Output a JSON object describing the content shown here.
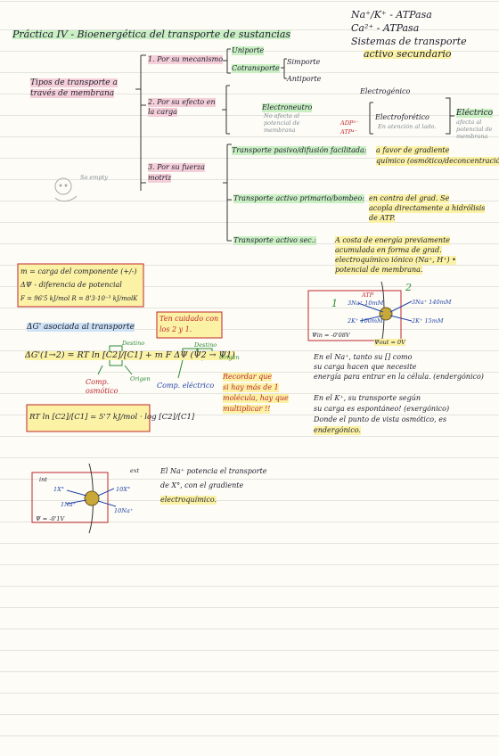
{
  "header": {
    "title": "Práctica IV - Bioenergética del transporte de sustancias",
    "pump1": "Na⁺/K⁺ - ATPasa",
    "pump2": "Ca²⁺ - ATPasa",
    "pump3_l1": "Sistemas de transporte",
    "pump3_l2": "activo secundario"
  },
  "types": {
    "root_l1": "Tipos de transporte a",
    "root_l2": "través de membrana",
    "b1_label": "1. Por su mecanismo",
    "uniporte": "Uniporte",
    "cotransporte": "Cotransporte",
    "simporte": "Simporte",
    "antiporte": "Antiporte",
    "b2_label_l1": "2. Por su efecto en",
    "b2_label_l2": "la carga",
    "electrogenico": "Electrogénico",
    "electroneutro": "Electroneutro",
    "electroneutro_note": "No afecta al potencial de membrana",
    "electroforetico": "Electroforético",
    "electroforetico_note": "En atención al lado.",
    "electrico": "Eléctrico",
    "electrico_note": "afecta al potencial de membrana",
    "adp": "ADP³⁻",
    "atp": "ATP⁴⁻",
    "b3_label_l1": "3. Por su fuerza",
    "b3_label_l2": "motriz",
    "pasivo_title": "Transporte pasivo/difusión facilitada:",
    "pasivo_text_l1": "a favor de gradiente",
    "pasivo_text_l2": "químico (osmótico/deconcentración)",
    "activo1_title": "Transporte activo primario/bombeo:",
    "activo1_text_l1": "en contra del grad. Se",
    "activo1_text_l2": "acopla directamente a hidrólisis",
    "activo1_text_l3": "de ATP.",
    "activo2_title": "Transporte activo sec.:",
    "activo2_text_l1": "A costa de energía previamente",
    "activo2_text_l2": "acumulada en forma de grad.",
    "activo2_text_l3": "electroquímico iónico (Na⁺, H⁺) •",
    "activo2_text_l4": "potencial de membrana."
  },
  "doodle": {
    "text": "So empty"
  },
  "defs": {
    "l1": "m = carga del componente (+/-)",
    "l2": "ΔΨ - diferencia de potencial",
    "l3": "F = 96'5 kJ/mol   R = 8'3·10⁻³ kJ/molK"
  },
  "gibbs": {
    "title": "ΔG' asociada al transporte",
    "warn_l1": "Ten cuidado con",
    "warn_l2": "los 2 y 1.",
    "equation": "ΔG'(1→2) = RT ln [C2]/[C1] + m F ΔΨ (Ψ2 → Ψ1)",
    "destino": "Destino",
    "origen": "Origen",
    "comp_osm_l1": "Comp.",
    "comp_osm_l2": "osmótico",
    "comp_elec": "Comp. eléctrico",
    "remember_l1": "Recordar que",
    "remember_l2": "si hay más de 1",
    "remember_l3": "molécula, hay que",
    "remember_l4": "multiplicar !!",
    "rt_formula": "RT ln [C2]/[C1] = 5'7 kJ/mol · log [C2]/[C1]"
  },
  "cell1": {
    "atp": "ATP",
    "na_in": "3Na⁺ 10mM",
    "k_in": "2K⁺ 100mM",
    "na_out": "3Na⁺ 140mM",
    "k_out": "2K⁺ 15mM",
    "psi_in": "Ψin = -0'08V",
    "psi_out": "Ψout = 0V",
    "n1": "1",
    "n2": "2"
  },
  "notes": {
    "na_l1": "En el Na⁺, tanto su [] como",
    "na_l2": "su carga hacen que necesite",
    "na_l3": "energía para entrar en la célula. (endergónico)",
    "k_l1": "En el K⁺, su transporte según",
    "k_l2": "su carga es espontáneo! (exergónico)",
    "k_l3": "Donde el punto de vista osmótico, es",
    "k_l4": "endergónico."
  },
  "cell2": {
    "int": "int",
    "ext": "ext",
    "x_in": "1X°",
    "na_in": "1Na⁺",
    "x_out": "10X°",
    "na_out": "10Na⁺",
    "psi": "Ψ = -0'1V",
    "note_l1": "El Na⁺ potencia el transporte",
    "note_l2": "de X°, con el gradiente",
    "note_l3": "electroquímico."
  }
}
